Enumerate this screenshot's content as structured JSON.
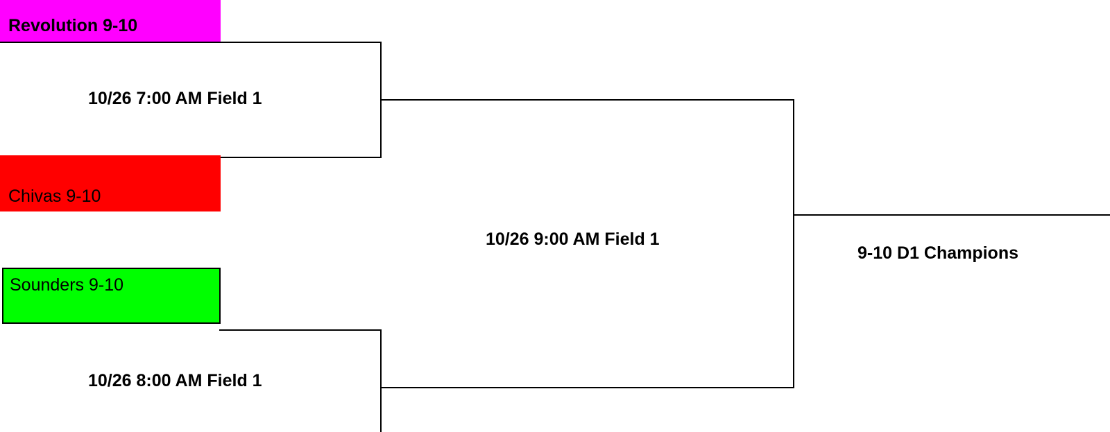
{
  "teams": [
    {
      "name": "Revolution 9-10",
      "color": "#ff00ff"
    },
    {
      "name": "Chivas 9-10",
      "color": "#ff0000"
    },
    {
      "name": "Sounders 9-10",
      "color": "#00ff00"
    }
  ],
  "games": {
    "semifinal_1": "10/26 7:00 AM Field 1",
    "semifinal_2": "10/26 8:00 AM Field 1",
    "final": "10/26 9:00 AM Field 1"
  },
  "champion_label": "9-10 D1 Champions",
  "line_color": "#000000"
}
